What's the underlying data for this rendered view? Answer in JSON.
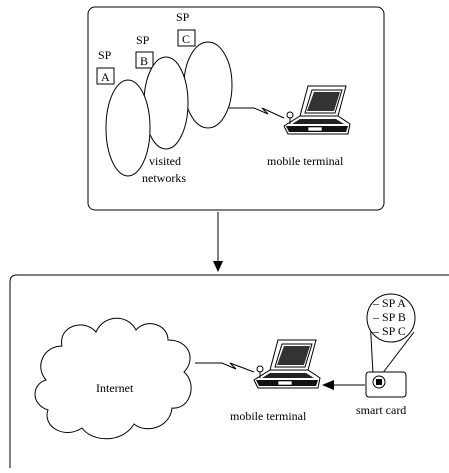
{
  "top_panel": {
    "sp_labels": [
      {
        "prefix": "SP",
        "letter": "A"
      },
      {
        "prefix": "SP",
        "letter": "B"
      },
      {
        "prefix": "SP",
        "letter": "C"
      }
    ],
    "networks_label_line1": "visited",
    "networks_label_line2": "networks",
    "terminal_label": "mobile terminal"
  },
  "bottom_panel": {
    "cloud_label": "Internet",
    "terminal_label": "mobile terminal",
    "card_label": "smart card",
    "card_entries": [
      "– SP A",
      "– SP B",
      "– SP C"
    ]
  },
  "icons": [
    "laptop-icon",
    "smart-card-icon",
    "cloud-icon",
    "wireless-link-icon"
  ],
  "colors": {
    "stroke": "#000000",
    "background": "#ffffff"
  }
}
